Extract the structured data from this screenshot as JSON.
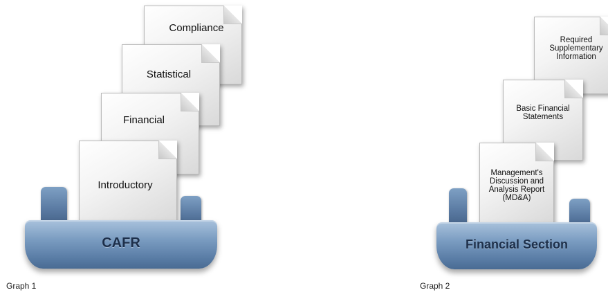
{
  "graph1": {
    "documents": [
      "Compliance",
      "Statistical",
      "Financial",
      "Introductory"
    ],
    "folder_label": "CAFR",
    "caption": "Graph 1"
  },
  "graph2": {
    "documents": [
      "Required Supplementary Information",
      "Basic Financial Statements",
      "Management's Discussion and Analysis Report (MD&A)"
    ],
    "folder_label": "Financial Section",
    "caption": "Graph 2"
  }
}
